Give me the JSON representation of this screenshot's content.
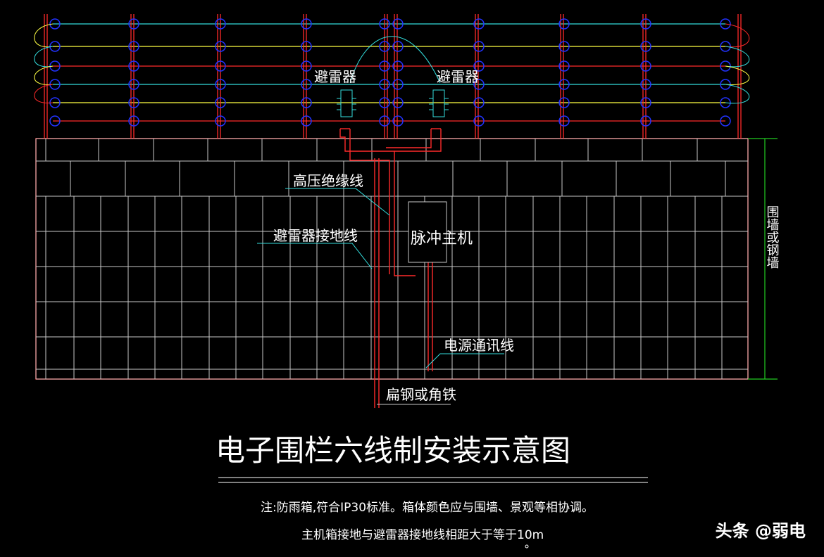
{
  "labels": {
    "arrester_left": "避雷器",
    "arrester_right": "避雷器",
    "hv_wire": "高压绝缘线",
    "arrester_ground": "避雷器接地线",
    "pulse_host": "脉冲主机",
    "power_comm": "电源通讯线",
    "flat_steel": "扁钢或角铁",
    "wall": "围墙或钢墙"
  },
  "title": "电子围栏六线制安装示意图",
  "notes": [
    "注:防雨箱,符合IP30标准。箱体颜色应与围墙、景观等相协调。",
    "主机箱接地与避雷器接地线相距大于等于10m"
  ],
  "watermark": "头条 @弱电",
  "colors": {
    "red": "#ff2a2a",
    "blue": "#2233ff",
    "cyan": "#33dddd",
    "yellow": "#ffff44",
    "white": "#ffffff",
    "grid": "#c8c8c8",
    "green": "#22cc22"
  }
}
